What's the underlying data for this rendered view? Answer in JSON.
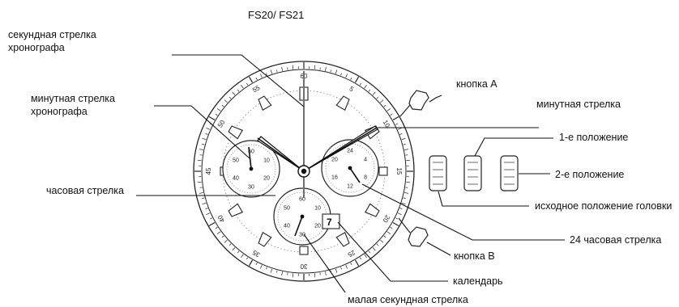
{
  "title": "FS20/ FS21",
  "labels": {
    "chrono_second_hand": [
      "секундная стрелка",
      "хронографа"
    ],
    "chrono_minute_hand": [
      "минутная стрелка",
      "хронографа"
    ],
    "hour_hand": "часовая стрелка",
    "button_a": "кнопка A",
    "minute_hand": "минутная стрелка",
    "position_1": "1-е положение",
    "position_2": "2-е положение",
    "crown_initial": "исходное положение головки",
    "hand_24h": "24 часовая стрелка",
    "button_b": "кнопка B",
    "calendar": "календарь",
    "small_second_hand": "малая секундная стрелка"
  },
  "dial": {
    "bezel_numbers": [
      "60",
      "5",
      "10",
      "15",
      "20",
      "25",
      "30",
      "35",
      "40",
      "45",
      "50",
      "55"
    ],
    "left_subdial_numbers": [
      "60",
      "10",
      "20",
      "30",
      "40",
      "50"
    ],
    "bottom_subdial_numbers": [
      "60",
      "10",
      "20",
      "30",
      "40",
      "50"
    ],
    "right_subdial_numbers": [
      "24",
      "4",
      "8",
      "12",
      "16",
      "20"
    ],
    "date": "7"
  }
}
